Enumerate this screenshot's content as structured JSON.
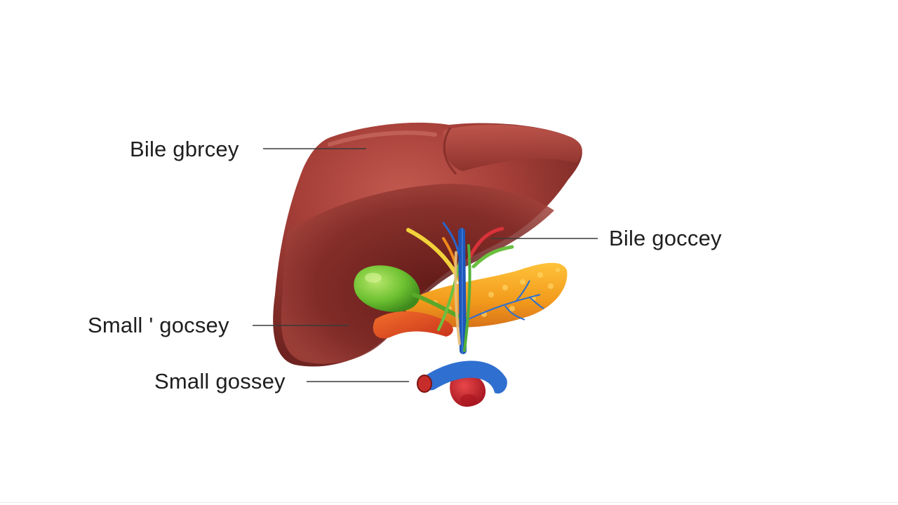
{
  "labels": [
    {
      "id": "label-1",
      "text": "Bile gbrcey"
    },
    {
      "id": "label-2",
      "text": "Bile goccey"
    },
    {
      "id": "label-3",
      "text": "Small ' gocsey"
    },
    {
      "id": "label-4",
      "text": "Small gossey"
    }
  ],
  "colors": {
    "liver": "#9a3a34",
    "liver_shadow": "#5e1c1a",
    "gallbladder": "#6cc030",
    "pancreas": "#f29a1c",
    "duodenum": "#e04a24",
    "portal_vein": "#2f6fd0",
    "artery": "#c2202a",
    "leader_line": "#3a3a3a"
  }
}
